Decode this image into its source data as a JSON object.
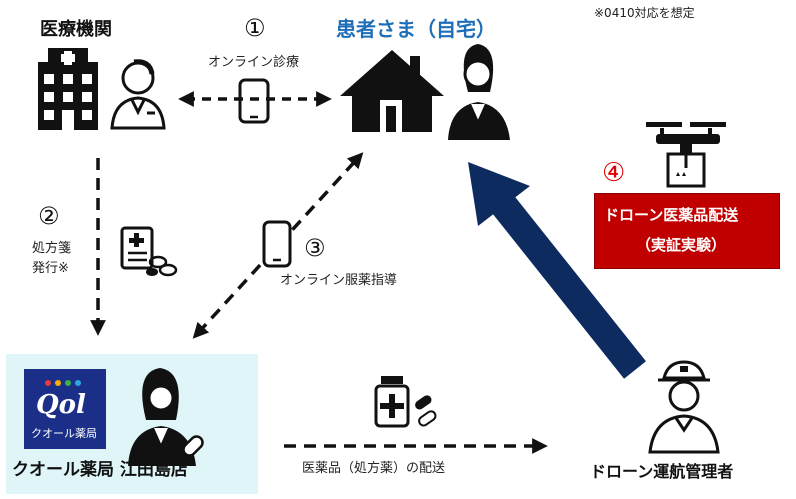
{
  "note": "※0410対応を想定",
  "medical": {
    "label": "医療機関"
  },
  "patient": {
    "label": "患者さま（自宅）"
  },
  "step1": {
    "num": "①",
    "label": "オンライン診療"
  },
  "step2": {
    "num": "②",
    "label_line1": "処方箋",
    "label_line2": "発行※"
  },
  "step3": {
    "num": "③",
    "label": "オンライン服薬指導"
  },
  "step4": {
    "num": "④",
    "box_line1": "ドローン医薬品配送",
    "box_line2": "（実証実験）"
  },
  "pharmacy": {
    "logo_text": "Qol",
    "logo_sub": "クオール薬局",
    "label": "クオール薬局 江田島店"
  },
  "delivery": {
    "label": "医薬品（処方薬）の配送"
  },
  "drone_operator": {
    "label": "ドローン運航管理者"
  },
  "colors": {
    "patient_title": "#1f6fb8",
    "step4": "#e00000",
    "big_arrow": "#0d2b5e",
    "drone_box": "#c00000",
    "pharmacy_bg": "#dff5f8"
  }
}
